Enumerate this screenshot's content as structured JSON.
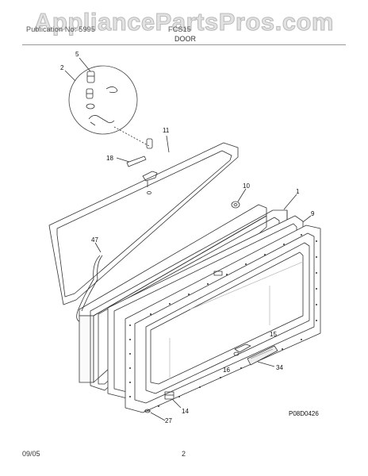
{
  "watermark": "AppliancePartsPros.com",
  "header": {
    "doc_title_left": "Publication No: 5995",
    "doc_title_right": "FCS15"
  },
  "section": {
    "title": "DOOR"
  },
  "parts": [
    {
      "id": "callout-5",
      "label": "5"
    },
    {
      "id": "callout-2",
      "label": "2"
    },
    {
      "id": "callout-11",
      "label": "11"
    },
    {
      "id": "callout-18",
      "label": "18"
    },
    {
      "id": "callout-10",
      "label": "10"
    },
    {
      "id": "callout-1",
      "label": "1"
    },
    {
      "id": "callout-9",
      "label": "9"
    },
    {
      "id": "callout-47",
      "label": "47"
    },
    {
      "id": "callout-15",
      "label": "15"
    },
    {
      "id": "callout-16",
      "label": "16"
    },
    {
      "id": "callout-34",
      "label": "34"
    },
    {
      "id": "callout-14",
      "label": "14"
    },
    {
      "id": "callout-27",
      "label": "27"
    }
  ],
  "diagram_code": "P08D0426",
  "footer": {
    "date": "09/05",
    "page": "2"
  }
}
